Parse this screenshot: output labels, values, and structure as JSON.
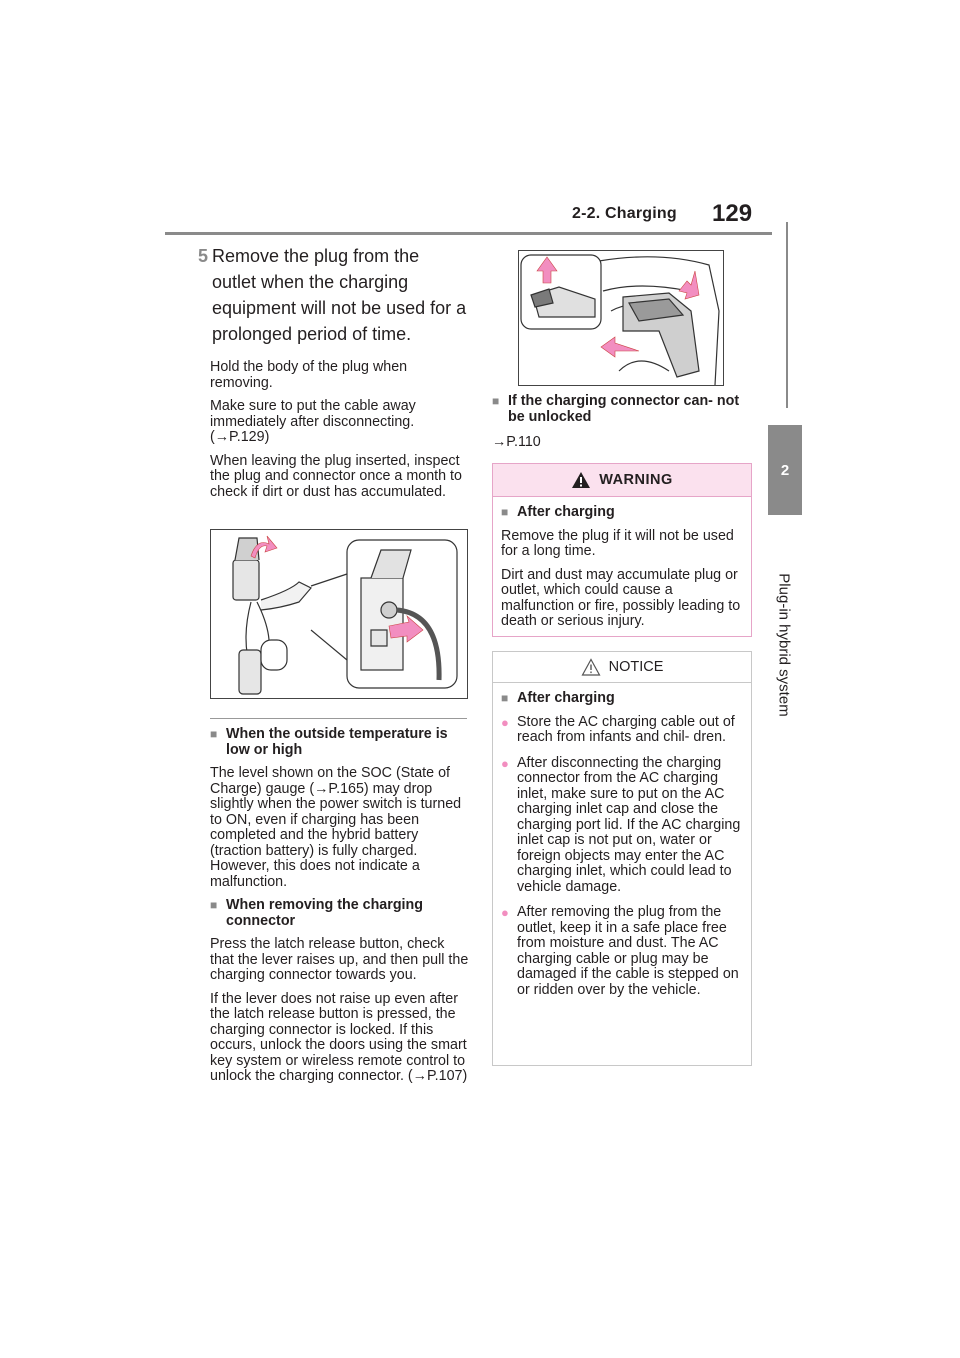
{
  "header": {
    "section": "2-2. Charging",
    "page_number": "129"
  },
  "side_tab": {
    "number": "2",
    "label": "Plug-in hybrid system"
  },
  "step": {
    "number": "5",
    "text": "Remove the plug from the outlet when the charging equipment will not be used for a prolonged period of time."
  },
  "left_paragraphs": [
    "Hold the body of the plug when removing.",
    "Make sure to put the cable away immediately after disconnecting. (→P.129)",
    "When leaving the plug inserted, inspect the plug and connector once a month to check if dirt or dust has accumulated."
  ],
  "section_temperature": {
    "heading": "When the outside temperature is low or high",
    "text": "The level shown on the SOC (State of Charge) gauge (→P.165) may drop slightly when the power switch is turned to ON, even if charging has been completed and the hybrid battery (traction battery) is fully charged. However, this does not indicate a malfunction."
  },
  "section_removing": {
    "heading": "When removing the charging connector",
    "paragraphs": [
      "Press the latch release button, check that the lever raises up, and then pull the charging connector towards you.",
      "If the lever does not raise up even after the latch release button is pressed, the charging connector is locked. If this occurs, unlock the doors using the smart key system or wireless remote control to unlock the charging connector. (→P.107)"
    ]
  },
  "section_unlock": {
    "heading": "If the charging connector can- not be unlocked",
    "ref": "→P.110"
  },
  "warning": {
    "title": "WARNING",
    "heading": "After charging",
    "paragraphs": [
      "Remove the plug if it will not be used for a long time.",
      "Dirt and dust may accumulate plug or outlet, which could cause a malfunction or fire, possibly leading to death or serious injury."
    ]
  },
  "notice": {
    "title": "NOTICE",
    "heading": "After charging",
    "bullets": [
      "Store the AC charging cable out of reach from infants and chil- dren.",
      "After disconnecting the charging connector from the AC charging inlet, make sure to put on the AC charging inlet cap and close the charging port lid. If the AC charging inlet cap is not put on, water or foreign objects may enter the AC charging inlet, which could lead to vehicle damage.",
      "After removing the plug from the outlet, keep it in a safe place free from moisture and dust. The AC charging cable or plug may be damaged if the cable is stepped on or ridden over by the vehicle."
    ]
  },
  "colors": {
    "accent_gray": "#8a8a8a",
    "warning_pink": "#fbe1ee",
    "arrow_pink": "#f28ec0"
  },
  "icons": [
    "warning-triangle-icon",
    "notice-triangle-icon"
  ]
}
